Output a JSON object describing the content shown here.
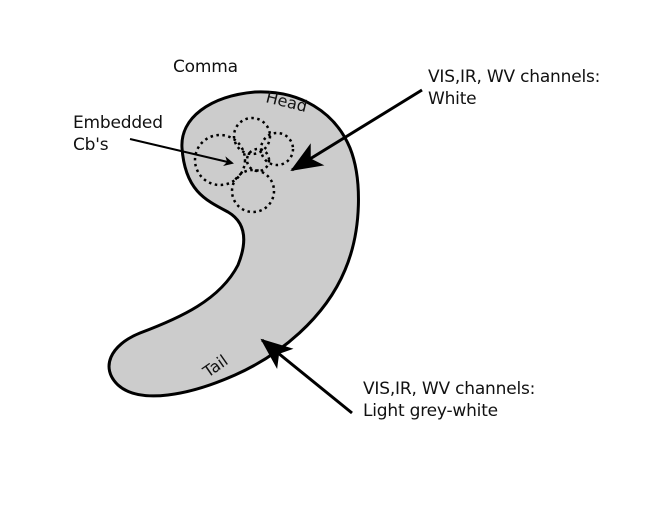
{
  "diagram": {
    "title": "Comma",
    "regions": {
      "head": "Head",
      "tail": "Tail"
    },
    "callouts": {
      "embedded": {
        "line1": "Embedded",
        "line2": "Cb's"
      },
      "head_channels": {
        "line1": "VIS,IR, WV channels:",
        "line2": "White"
      },
      "tail_channels": {
        "line1": "VIS,IR, WV channels:",
        "line2": "Light grey-white"
      }
    },
    "colors": {
      "cloud_fill": "#cccccc",
      "outline": "#000000",
      "background": "#ffffff"
    }
  }
}
